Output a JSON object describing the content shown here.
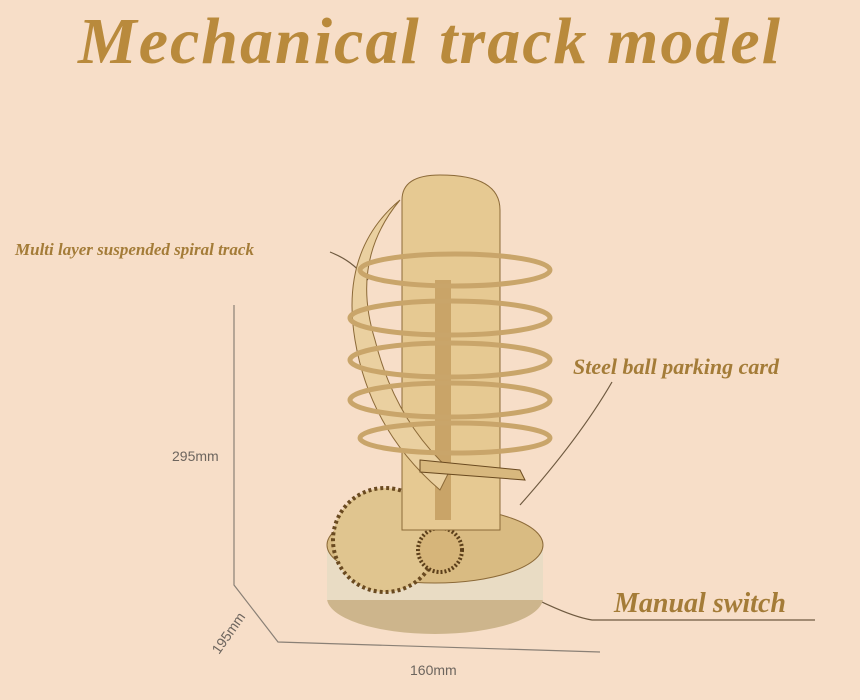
{
  "title": "Mechanical track model",
  "labels": {
    "spiral_track": "Multi layer suspended spiral track",
    "parking_card": "Steel ball parking card",
    "manual_switch": "Manual switch"
  },
  "dimensions": {
    "height": "295mm",
    "depth": "195mm",
    "width": "160mm"
  },
  "colors": {
    "background": "#f7dec8",
    "title": "#b98a3c",
    "wood": "#e2c48e"
  }
}
